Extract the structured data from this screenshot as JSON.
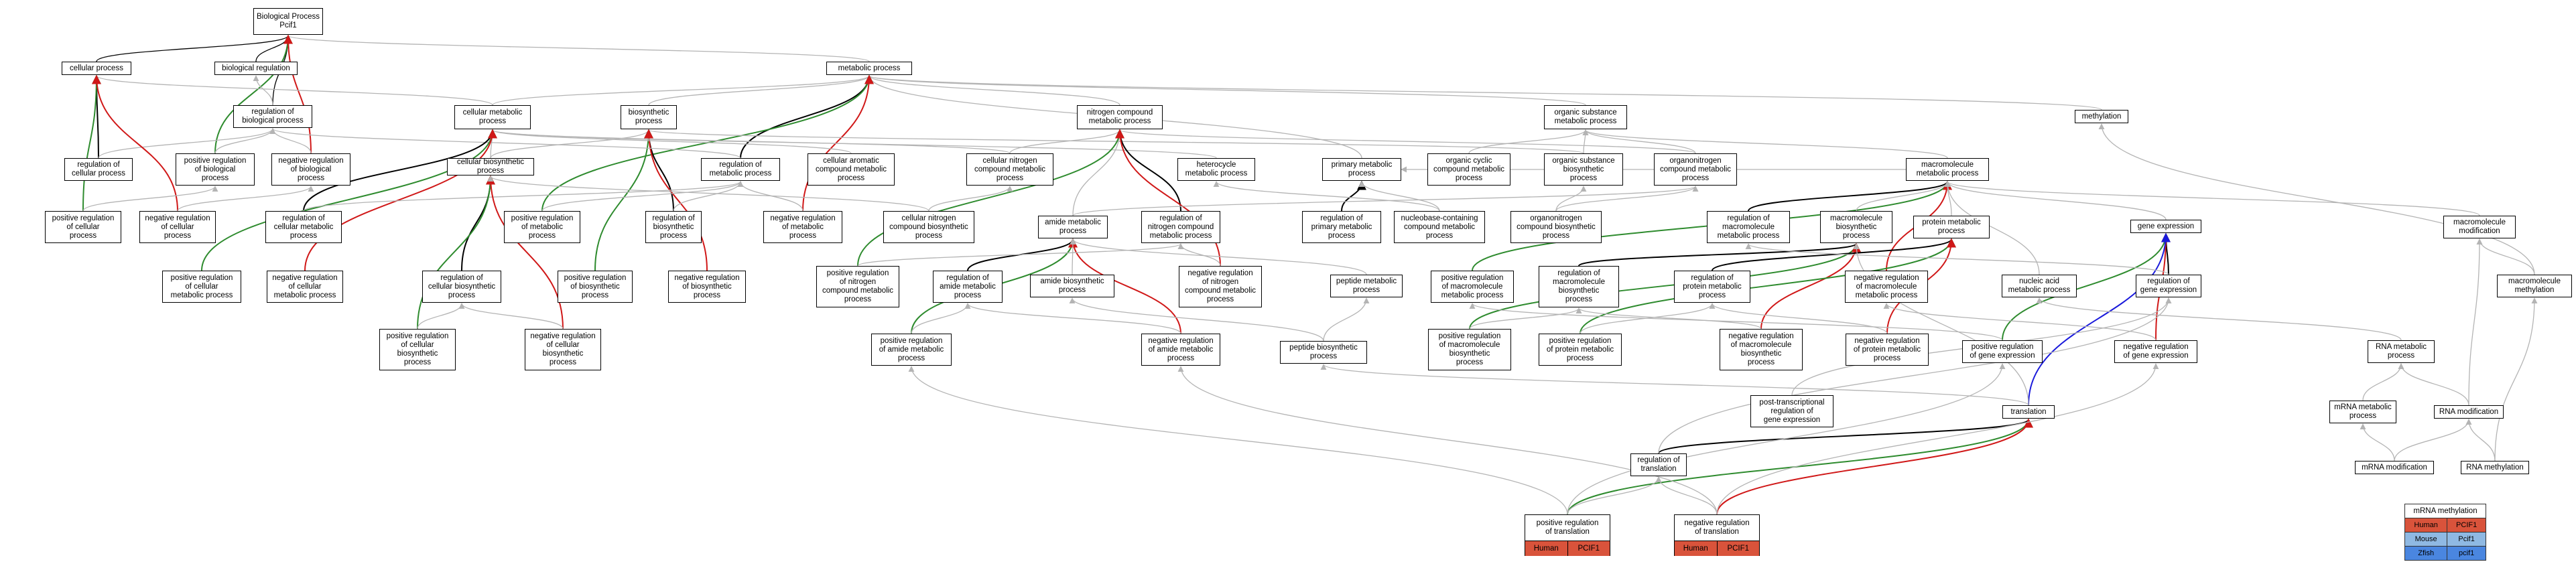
{
  "colors": {
    "is_a": "#b4b4b4",
    "part_of": "#000000",
    "positive": "#2e8b2e",
    "negative": "#d01818",
    "regulates": "#1a1adb",
    "human": "#d9533b",
    "mouse": "#8fb9e3",
    "zfish": "#4a86e0"
  },
  "nodes": [
    {
      "id": "bp",
      "label": "Biological Process\nPcif1"
    },
    {
      "id": "cp",
      "label": "cellular process"
    },
    {
      "id": "breg",
      "label": "biological regulation"
    },
    {
      "id": "mp",
      "label": "metabolic process"
    },
    {
      "id": "regbp",
      "label": "regulation of\nbiological process"
    },
    {
      "id": "cmp",
      "label": "cellular metabolic\nprocess"
    },
    {
      "id": "bios",
      "label": "biosynthetic\nprocess"
    },
    {
      "id": "ncmp",
      "label": "nitrogen compound\nmetabolic process"
    },
    {
      "id": "osmp",
      "label": "organic substance\nmetabolic process"
    },
    {
      "id": "meth",
      "label": "methylation"
    },
    {
      "id": "regcp",
      "label": "regulation of\ncellular process"
    },
    {
      "id": "posregbp",
      "label": "positive regulation\nof biological\nprocess"
    },
    {
      "id": "negregbp",
      "label": "negative regulation\nof biological\nprocess"
    },
    {
      "id": "cbp",
      "label": "cellular biosynthetic\nprocess"
    },
    {
      "id": "regmp",
      "label": "regulation of\nmetabolic process"
    },
    {
      "id": "camp",
      "label": "cellular aromatic\ncompound metabolic\nprocess"
    },
    {
      "id": "cncmp",
      "label": "cellular nitrogen\ncompound metabolic\nprocess"
    },
    {
      "id": "hcmp",
      "label": "heterocycle\nmetabolic process"
    },
    {
      "id": "pmp",
      "label": "primary metabolic\nprocess"
    },
    {
      "id": "occmp",
      "label": "organic cyclic\ncompound metabolic\nprocess"
    },
    {
      "id": "osbp",
      "label": "organic substance\nbiosynthetic\nprocess"
    },
    {
      "id": "oncmp",
      "label": "organonitrogen\ncompound metabolic\nprocess"
    },
    {
      "id": "mmp",
      "label": "macromolecule\nmetabolic process"
    },
    {
      "id": "poscp",
      "label": "positive regulation\nof cellular\nprocess"
    },
    {
      "id": "negcp",
      "label": "negative regulation\nof cellular\nprocess"
    },
    {
      "id": "regcmp",
      "label": "regulation of\ncellular metabolic\nprocess"
    },
    {
      "id": "posmp",
      "label": "positive regulation\nof metabolic\nprocess"
    },
    {
      "id": "regbios",
      "label": "regulation of\nbiosynthetic\nprocess"
    },
    {
      "id": "negmp",
      "label": "negative regulation\nof metabolic\nprocess"
    },
    {
      "id": "cncbp",
      "label": "cellular nitrogen\ncompound biosynthetic\nprocess"
    },
    {
      "id": "amp",
      "label": "amide metabolic\nprocess"
    },
    {
      "id": "regncmp",
      "label": "regulation of\nnitrogen compound\nmetabolic process"
    },
    {
      "id": "rpmp",
      "label": "regulation of\nprimary metabolic\nprocess"
    },
    {
      "id": "nbcmp",
      "label": "nucleobase-containing\ncompound metabolic\nprocess"
    },
    {
      "id": "oncbp",
      "label": "organonitrogen\ncompound biosynthetic\nprocess"
    },
    {
      "id": "regmmp",
      "label": "regulation of\nmacromolecule\nmetabolic process"
    },
    {
      "id": "mbp",
      "label": "macromolecule\nbiosynthetic\nprocess"
    },
    {
      "id": "prmp",
      "label": "protein metabolic\nprocess"
    },
    {
      "id": "ge",
      "label": "gene expression"
    },
    {
      "id": "mmod",
      "label": "macromolecule\nmodification"
    },
    {
      "id": "poscmp",
      "label": "positive regulation\nof cellular\nmetabolic process"
    },
    {
      "id": "negcmp",
      "label": "negative regulation\nof cellular\nmetabolic process"
    },
    {
      "id": "regcbp",
      "label": "regulation of\ncellular biosynthetic\nprocess"
    },
    {
      "id": "posbios",
      "label": "positive regulation\nof biosynthetic\nprocess"
    },
    {
      "id": "negbios",
      "label": "negative regulation\nof biosynthetic\nprocess"
    },
    {
      "id": "posncmp",
      "label": "positive regulation\nof nitrogen\ncompound metabolic\nprocess"
    },
    {
      "id": "regamp",
      "label": "regulation of\namide metabolic\nprocess"
    },
    {
      "id": "abp",
      "label": "amide biosynthetic\nprocess"
    },
    {
      "id": "negncmp",
      "label": "negative regulation\nof nitrogen\ncompound metabolic\nprocess"
    },
    {
      "id": "pepmp",
      "label": "peptide metabolic\nprocess"
    },
    {
      "id": "posmmp",
      "label": "positive regulation\nof macromolecule\nmetabolic process"
    },
    {
      "id": "regmbp",
      "label": "regulation of\nmacromolecule\nbiosynthetic\nprocess"
    },
    {
      "id": "regprmp",
      "label": "regulation of\nprotein metabolic\nprocess"
    },
    {
      "id": "negmmp",
      "label": "negative regulation\nof macromolecule\nmetabolic process"
    },
    {
      "id": "namp",
      "label": "nucleic acid\nmetabolic process"
    },
    {
      "id": "regge",
      "label": "regulation of\ngene expression"
    },
    {
      "id": "mmmeth",
      "label": "macromolecule\nmethylation"
    },
    {
      "id": "poscbp",
      "label": "positive regulation\nof cellular\nbiosynthetic\nprocess"
    },
    {
      "id": "negcbp",
      "label": "negative regulation\nof cellular\nbiosynthetic\nprocess"
    },
    {
      "id": "posamp",
      "label": "positive regulation\nof amide metabolic\nprocess"
    },
    {
      "id": "negamp",
      "label": "negative regulation\nof amide metabolic\nprocess"
    },
    {
      "id": "pepbp",
      "label": "peptide biosynthetic\nprocess"
    },
    {
      "id": "posmbp",
      "label": "positive regulation\nof macromolecule\nbiosynthetic\nprocess"
    },
    {
      "id": "posprmp",
      "label": "positive regulation\nof protein metabolic\nprocess"
    },
    {
      "id": "negmbp",
      "label": "negative regulation\nof macromolecule\nbiosynthetic\nprocess"
    },
    {
      "id": "negprmp",
      "label": "negative regulation\nof protein metabolic\nprocess"
    },
    {
      "id": "posge",
      "label": "positive regulation\nof gene expression"
    },
    {
      "id": "negge",
      "label": "negative regulation\nof gene expression"
    },
    {
      "id": "rnamp",
      "label": "RNA metabolic\nprocess"
    },
    {
      "id": "ptrge",
      "label": "post-transcriptional\nregulation of\ngene expression"
    },
    {
      "id": "transl",
      "label": "translation"
    },
    {
      "id": "mrnamp",
      "label": "mRNA metabolic\nprocess"
    },
    {
      "id": "rnamod",
      "label": "RNA modification"
    },
    {
      "id": "regtransl",
      "label": "regulation of\ntranslation"
    },
    {
      "id": "mrnamod",
      "label": "mRNA modification"
    },
    {
      "id": "rnameth",
      "label": "RNA methylation"
    }
  ],
  "gene_boxes": [
    {
      "id": "postransl",
      "label": "positive regulation\nof translation",
      "species": "Human",
      "gene": "PCIF1"
    },
    {
      "id": "negtransl",
      "label": "negative regulation\nof translation",
      "species": "Human",
      "gene": "PCIF1"
    }
  ],
  "legend": {
    "title": "mRNA methylation",
    "rows": [
      {
        "species": "Human",
        "gene": "PCIF1",
        "color": "#d9533b"
      },
      {
        "species": "Mouse",
        "gene": "Pcif1",
        "color": "#8fb9e3"
      },
      {
        "species": "Zfish",
        "gene": "pcif1",
        "color": "#4a86e0"
      }
    ]
  },
  "edges": [
    [
      "cp",
      "bp",
      "k"
    ],
    [
      "breg",
      "bp",
      "k"
    ],
    [
      "mp",
      "bp",
      "g"
    ],
    [
      "regbp",
      "bp",
      "k"
    ],
    [
      "posregbp",
      "bp",
      "G"
    ],
    [
      "negregbp",
      "bp",
      "R"
    ],
    [
      "regbp",
      "breg",
      "g"
    ],
    [
      "regcp",
      "cp",
      "K"
    ],
    [
      "cmp",
      "cp",
      "g"
    ],
    [
      "cmp",
      "mp",
      "g"
    ],
    [
      "bios",
      "mp",
      "g"
    ],
    [
      "ncmp",
      "mp",
      "g"
    ],
    [
      "osmp",
      "mp",
      "g"
    ],
    [
      "meth",
      "mp",
      "g"
    ],
    [
      "pmp",
      "mp",
      "g"
    ],
    [
      "regmp",
      "mp",
      "K"
    ],
    [
      "posmp",
      "mp",
      "G"
    ],
    [
      "negmp",
      "mp",
      "R"
    ],
    [
      "posregbp",
      "regbp",
      "g"
    ],
    [
      "negregbp",
      "regbp",
      "g"
    ],
    [
      "regcp",
      "regbp",
      "g"
    ],
    [
      "poscp",
      "cp",
      "G"
    ],
    [
      "negcp",
      "cp",
      "R"
    ],
    [
      "poscp",
      "posregbp",
      "g"
    ],
    [
      "negcp",
      "negregbp",
      "g"
    ],
    [
      "cbp",
      "cmp",
      "g"
    ],
    [
      "cbp",
      "bios",
      "g"
    ],
    [
      "osbp",
      "bios",
      "g"
    ],
    [
      "regbios",
      "bios",
      "K"
    ],
    [
      "posbios",
      "bios",
      "G"
    ],
    [
      "negbios",
      "bios",
      "R"
    ],
    [
      "regmp",
      "regbp",
      "g"
    ],
    [
      "camp",
      "cmp",
      "g"
    ],
    [
      "cncmp",
      "cmp",
      "g"
    ],
    [
      "cncmp",
      "ncmp",
      "g"
    ],
    [
      "hcmp",
      "cmp",
      "g"
    ],
    [
      "occmp",
      "osmp",
      "g"
    ],
    [
      "osbp",
      "osmp",
      "g"
    ],
    [
      "oncmp",
      "osmp",
      "g"
    ],
    [
      "oncmp",
      "ncmp",
      "g"
    ],
    [
      "mmp",
      "osmp",
      "g"
    ],
    [
      "mmp",
      "pmp",
      "g"
    ],
    [
      "amp",
      "ncmp",
      "g"
    ],
    [
      "regncmp",
      "ncmp",
      "K"
    ],
    [
      "posncmp",
      "ncmp",
      "G"
    ],
    [
      "negncmp",
      "ncmp",
      "R"
    ],
    [
      "rpmp",
      "pmp",
      "K"
    ],
    [
      "nbcmp",
      "pmp",
      "g"
    ],
    [
      "nbcmp",
      "hcmp",
      "g"
    ],
    [
      "regcmp",
      "cmp",
      "K"
    ],
    [
      "poscmp",
      "cmp",
      "G"
    ],
    [
      "negcmp",
      "cmp",
      "R"
    ],
    [
      "regcmp",
      "regmp",
      "g"
    ],
    [
      "posmp",
      "regmp",
      "g"
    ],
    [
      "negmp",
      "regmp",
      "g"
    ],
    [
      "regbios",
      "regmp",
      "g"
    ],
    [
      "regcbp",
      "cbp",
      "K"
    ],
    [
      "poscbp",
      "cbp",
      "G"
    ],
    [
      "negcbp",
      "cbp",
      "R"
    ],
    [
      "cncbp",
      "cbp",
      "g"
    ],
    [
      "cncbp",
      "cncmp",
      "g"
    ],
    [
      "oncbp",
      "oncmp",
      "g"
    ],
    [
      "oncbp",
      "osbp",
      "g"
    ],
    [
      "amp",
      "oncmp",
      "g"
    ],
    [
      "regamp",
      "amp",
      "K"
    ],
    [
      "posamp",
      "amp",
      "G"
    ],
    [
      "negamp",
      "amp",
      "R"
    ],
    [
      "abp",
      "amp",
      "g"
    ],
    [
      "pepmp",
      "amp",
      "g"
    ],
    [
      "regmmp",
      "mmp",
      "K"
    ],
    [
      "posmmp",
      "mmp",
      "G"
    ],
    [
      "negmmp",
      "mmp",
      "R"
    ],
    [
      "mbp",
      "mmp",
      "g"
    ],
    [
      "prmp",
      "mmp",
      "g"
    ],
    [
      "namp",
      "mmp",
      "g"
    ],
    [
      "mmod",
      "mmp",
      "g"
    ],
    [
      "ge",
      "mmp",
      "g"
    ],
    [
      "regmbp",
      "mbp",
      "K"
    ],
    [
      "posmbp",
      "mbp",
      "G"
    ],
    [
      "negmbp",
      "mbp",
      "R"
    ],
    [
      "regprmp",
      "prmp",
      "K"
    ],
    [
      "posprmp",
      "prmp",
      "G"
    ],
    [
      "negprmp",
      "prmp",
      "R"
    ],
    [
      "regge",
      "ge",
      "K"
    ],
    [
      "posge",
      "ge",
      "G"
    ],
    [
      "negge",
      "ge",
      "R"
    ],
    [
      "transl",
      "ge",
      "B"
    ],
    [
      "transl",
      "pepbp",
      "g"
    ],
    [
      "transl",
      "mbp",
      "g"
    ],
    [
      "pepbp",
      "pepmp",
      "g"
    ],
    [
      "pepbp",
      "abp",
      "g"
    ],
    [
      "rnamp",
      "namp",
      "g"
    ],
    [
      "mrnamp",
      "rnamp",
      "g"
    ],
    [
      "rnamod",
      "rnamp",
      "g"
    ],
    [
      "rnamod",
      "mmod",
      "g"
    ],
    [
      "rnameth",
      "rnamod",
      "g"
    ],
    [
      "rnameth",
      "mmmeth",
      "g"
    ],
    [
      "mmmeth",
      "meth",
      "g"
    ],
    [
      "mmmeth",
      "mmod",
      "g"
    ],
    [
      "mrnamod",
      "mrnamp",
      "g"
    ],
    [
      "mrnamod",
      "rnamod",
      "g"
    ],
    [
      "regtransl",
      "transl",
      "K"
    ],
    [
      "postransl",
      "transl",
      "G"
    ],
    [
      "negtransl",
      "transl",
      "R"
    ],
    [
      "regtransl",
      "regge",
      "g"
    ],
    [
      "ptrge",
      "regge",
      "g"
    ],
    [
      "postransl",
      "posge",
      "g"
    ],
    [
      "negtransl",
      "negge",
      "g"
    ],
    [
      "postransl",
      "regtransl",
      "g"
    ],
    [
      "negtransl",
      "regtransl",
      "g"
    ],
    [
      "postransl",
      "posamp",
      "g"
    ],
    [
      "negtransl",
      "negamp",
      "g"
    ],
    [
      "poscbp",
      "regcbp",
      "g"
    ],
    [
      "negcbp",
      "regcbp",
      "g"
    ],
    [
      "posmbp",
      "regmbp",
      "g"
    ],
    [
      "negmbp",
      "regmbp",
      "g"
    ],
    [
      "posprmp",
      "regprmp",
      "g"
    ],
    [
      "negprmp",
      "regprmp",
      "g"
    ],
    [
      "posncmp",
      "regncmp",
      "g"
    ],
    [
      "negncmp",
      "regncmp",
      "g"
    ],
    [
      "posamp",
      "regamp",
      "g"
    ],
    [
      "negamp",
      "regamp",
      "g"
    ],
    [
      "regge",
      "regmmp",
      "g"
    ],
    [
      "posge",
      "posmmp",
      "g"
    ],
    [
      "negge",
      "negmmp",
      "g"
    ]
  ]
}
